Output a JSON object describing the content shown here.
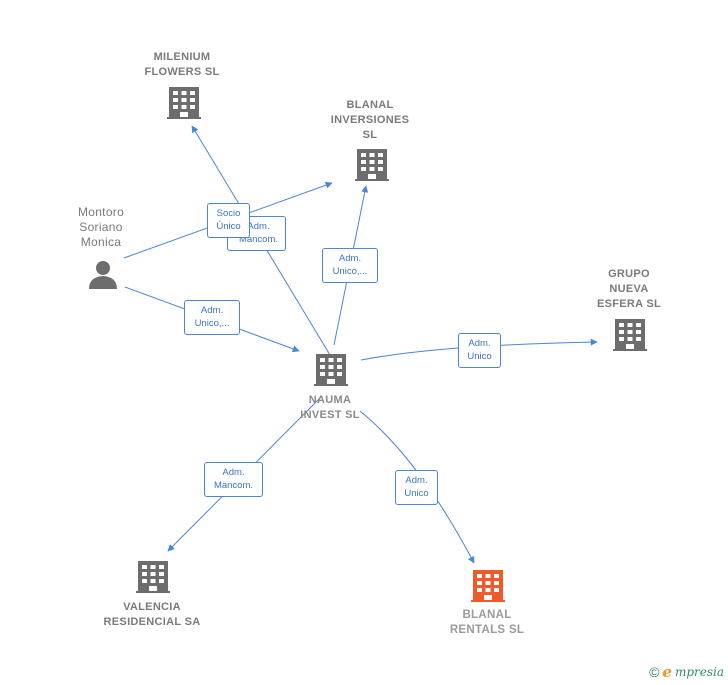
{
  "colors": {
    "edge": "#4a86d4",
    "building": "#6d6d6d",
    "highlight": "#f05a2a",
    "person": "#6d6d6d"
  },
  "nodes": {
    "milenium": "MILENIUM\nFLOWERS SL",
    "blanal_inv": "BLANAL\nINVERSIONES\nSL",
    "person": "Montoro\nSoriano\nMonica",
    "grupo": "GRUPO\nNUEVA\nESFERA SL",
    "nauma": "NAUMA\nINVEST  SL",
    "valencia": "VALENCIA\nRESIDENCIAL SA",
    "blanal_rentals": "BLANAL\nRENTALS  SL"
  },
  "edges": {
    "socio": "Socio\nÚnico",
    "mancom_back": "Adm.\nMancom.",
    "adm_blanal_inv": "Adm.\nUnico,...",
    "adm_person_nauma": "Adm.\nUnico,...",
    "adm_grupo": "Adm.\nUnico",
    "adm_valencia": "Adm.\nMancom.",
    "adm_rentals": "Adm.\nUnico"
  },
  "brand": {
    "copyright": "©",
    "initial": "e",
    "name": "mpresia"
  }
}
